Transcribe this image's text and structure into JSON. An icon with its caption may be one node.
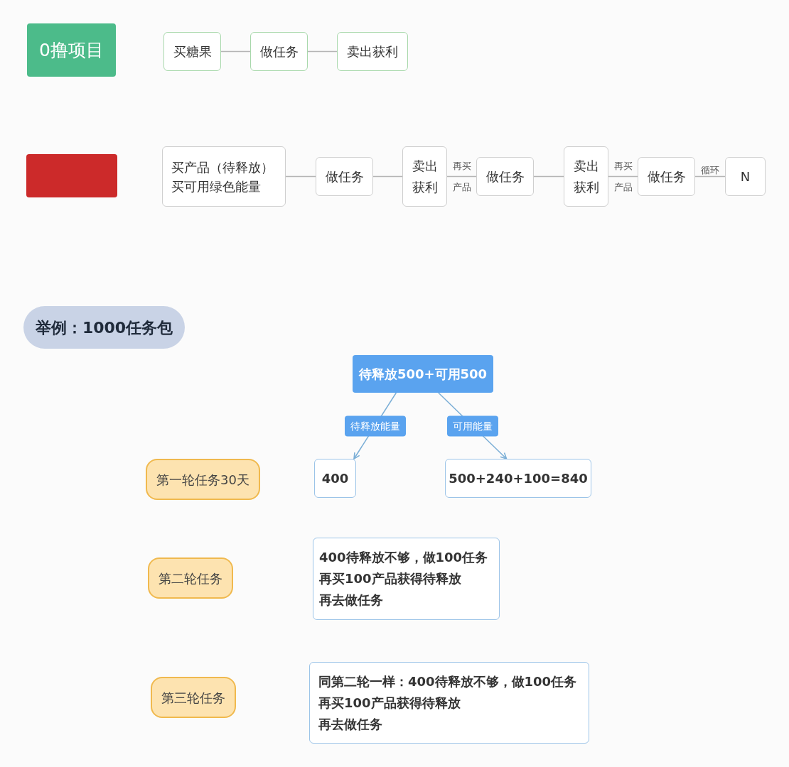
{
  "diagram": {
    "nodes": [
      {
        "text": [
          "0撸项目"
        ]
      },
      {
        "text": [
          "买糖果"
        ]
      },
      {
        "text": [
          "做任务"
        ]
      },
      {
        "text": [
          "卖出获利"
        ]
      },
      {
        "text": [],
        "shape": "box"
      },
      {
        "text": [
          "买产品（待释放）",
          "买可用绿色能量"
        ]
      },
      {
        "text": [
          "做任务"
        ]
      },
      {
        "text": [
          "卖出获利"
        ]
      },
      {
        "text": [
          "做任务"
        ]
      },
      {
        "text": [
          "卖出获利"
        ]
      },
      {
        "text": [
          "做任务"
        ]
      },
      {
        "text": [
          "N"
        ]
      },
      {
        "text": [
          "举例：1000任务包"
        ]
      },
      {
        "text": [
          "待释放500+可用500"
        ]
      },
      {
        "text": [
          "第一轮任务30天"
        ]
      },
      {
        "text": [
          "400"
        ]
      },
      {
        "text": [
          "500+240+100=840"
        ]
      },
      {
        "text": [
          "第二轮任务"
        ]
      },
      {
        "text": [
          "400待释放不够，做100任务",
          "再买100产品获得待释放",
          "再去做任务"
        ]
      },
      {
        "text": [
          "第三轮任务"
        ]
      },
      {
        "text": [
          "同第二轮一样：400待释放不够，做100任务",
          "再买100产品获得待释放",
          "再去做任务"
        ]
      }
    ],
    "edges": [
      {
        "from": 1,
        "to": 2,
        "arrow": "none"
      },
      {
        "from": 2,
        "to": 3,
        "arrow": "none"
      },
      {
        "from": 5,
        "to": 6,
        "arrow": "none"
      },
      {
        "from": 6,
        "to": 7,
        "arrow": "none"
      },
      {
        "from": 7,
        "to": 8,
        "arrow": "none",
        "label": "再买产品"
      },
      {
        "from": 8,
        "to": 9,
        "arrow": "none"
      },
      {
        "from": 9,
        "to": 10,
        "arrow": "none",
        "label": "再买产品"
      },
      {
        "from": 10,
        "to": 11,
        "arrow": "none",
        "label": "循环"
      },
      {
        "from": 13,
        "to": 15,
        "arrow": "to",
        "label": "待释放能量",
        "color": "#7aaed6"
      },
      {
        "from": 13,
        "to": 16,
        "arrow": "to",
        "label": "可用能量",
        "color": "#7aaed6"
      }
    ]
  }
}
